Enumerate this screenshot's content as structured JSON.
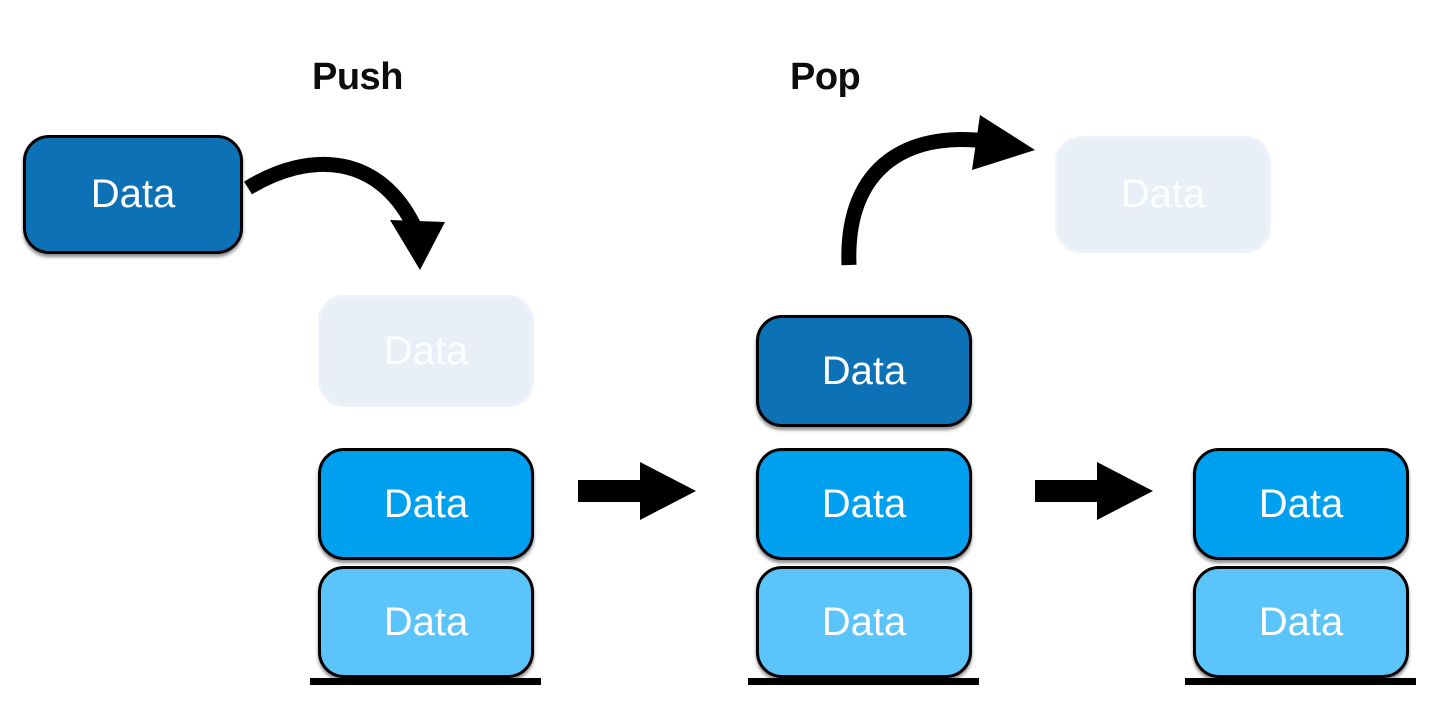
{
  "diagram": {
    "title_push": "Push",
    "title_pop": "Pop",
    "box_label": "Data",
    "colors": {
      "dark_blue": "#0C72B5",
      "medium_blue": "#00A0F0",
      "light_blue": "#5BC4FA",
      "ghost": "#E8EFF7",
      "outline": "#000000",
      "background": "#FFFFFF",
      "box_text": "#FFFFFF",
      "label_text": "#0D0D0D"
    }
  },
  "source_box": {
    "label": "Data",
    "fill": "#0C72B5",
    "state": "solid"
  },
  "popped_box": {
    "label": "Data",
    "fill": "#E8EFF7",
    "state": "ghost"
  },
  "stacks": [
    {
      "name": "stack-before-push",
      "slots": [
        {
          "label": "Data",
          "fill": "#E8EFF7",
          "state": "ghost",
          "position": "top"
        },
        {
          "label": "Data",
          "fill": "#00A0F0",
          "state": "solid",
          "position": "middle"
        },
        {
          "label": "Data",
          "fill": "#5BC4FA",
          "state": "solid",
          "position": "bottom"
        }
      ]
    },
    {
      "name": "stack-after-push",
      "slots": [
        {
          "label": "Data",
          "fill": "#0C72B5",
          "state": "solid",
          "position": "top"
        },
        {
          "label": "Data",
          "fill": "#00A0F0",
          "state": "solid",
          "position": "middle"
        },
        {
          "label": "Data",
          "fill": "#5BC4FA",
          "state": "solid",
          "position": "bottom"
        }
      ]
    },
    {
      "name": "stack-after-pop",
      "slots": [
        {
          "label": "",
          "fill": "#FFFFFF",
          "state": "empty",
          "position": "top"
        },
        {
          "label": "Data",
          "fill": "#00A0F0",
          "state": "solid",
          "position": "middle"
        },
        {
          "label": "Data",
          "fill": "#5BC4FA",
          "state": "solid",
          "position": "bottom"
        }
      ]
    }
  ],
  "arrows": {
    "push_curve": "curved-arrow-down",
    "pop_curve": "curved-arrow-up-right",
    "transition_1": "block-arrow-right",
    "transition_2": "block-arrow-right"
  }
}
